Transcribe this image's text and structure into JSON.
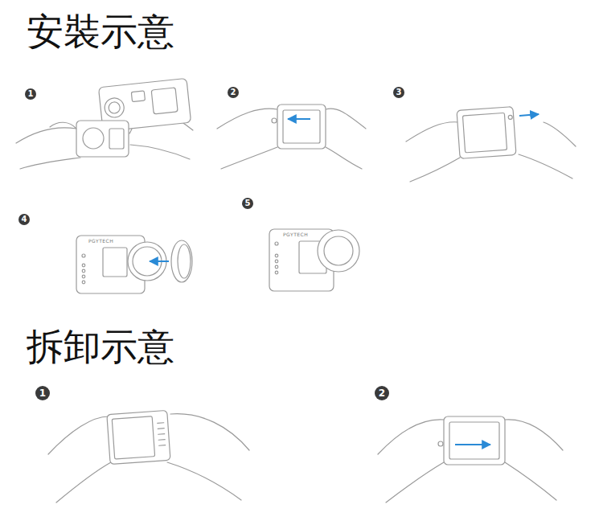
{
  "diagram": {
    "labels": [
      "安裝示意",
      "1",
      "2",
      "3",
      "4",
      "5",
      "PGYTECH",
      "PGYTECH",
      "拆卸示意",
      "1",
      "2"
    ]
  }
}
